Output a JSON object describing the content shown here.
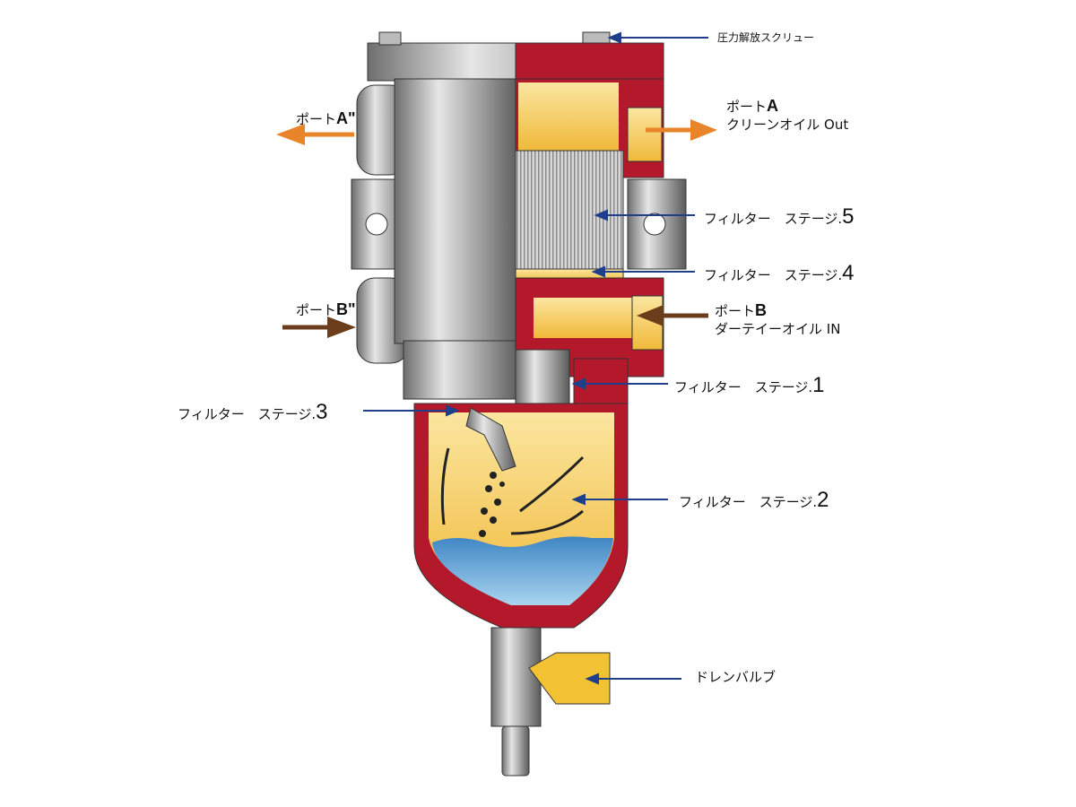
{
  "labels": {
    "relief_screw": "圧力解放スクリュー",
    "port_a_title": "ポート",
    "port_a_letter": "A",
    "port_a_desc": "クリーンオイル Out",
    "port_a2_title": "ポート",
    "port_a2_letter": "A\"",
    "port_b_title": "ポート",
    "port_b_letter": "B",
    "port_b_desc": "ダーテイーオイル IN",
    "port_b2_title": "ポート",
    "port_b2_letter": "B\"",
    "stage_prefix": "フィルター　ステージ.",
    "stage5": "5",
    "stage4": "4",
    "stage1": "1",
    "stage3": "3",
    "stage2": "2",
    "drain_valve": "ドレンバルブ"
  },
  "colors": {
    "leader": "#1f3f8a",
    "out_arrow": "#e8842a",
    "in_arrow": "#6b3d1a",
    "housing_red": "#b3182b",
    "oil_yellow": "#f2c94c",
    "water_blue": "#6aaedc",
    "metal_grey": "#9a9a9a"
  }
}
